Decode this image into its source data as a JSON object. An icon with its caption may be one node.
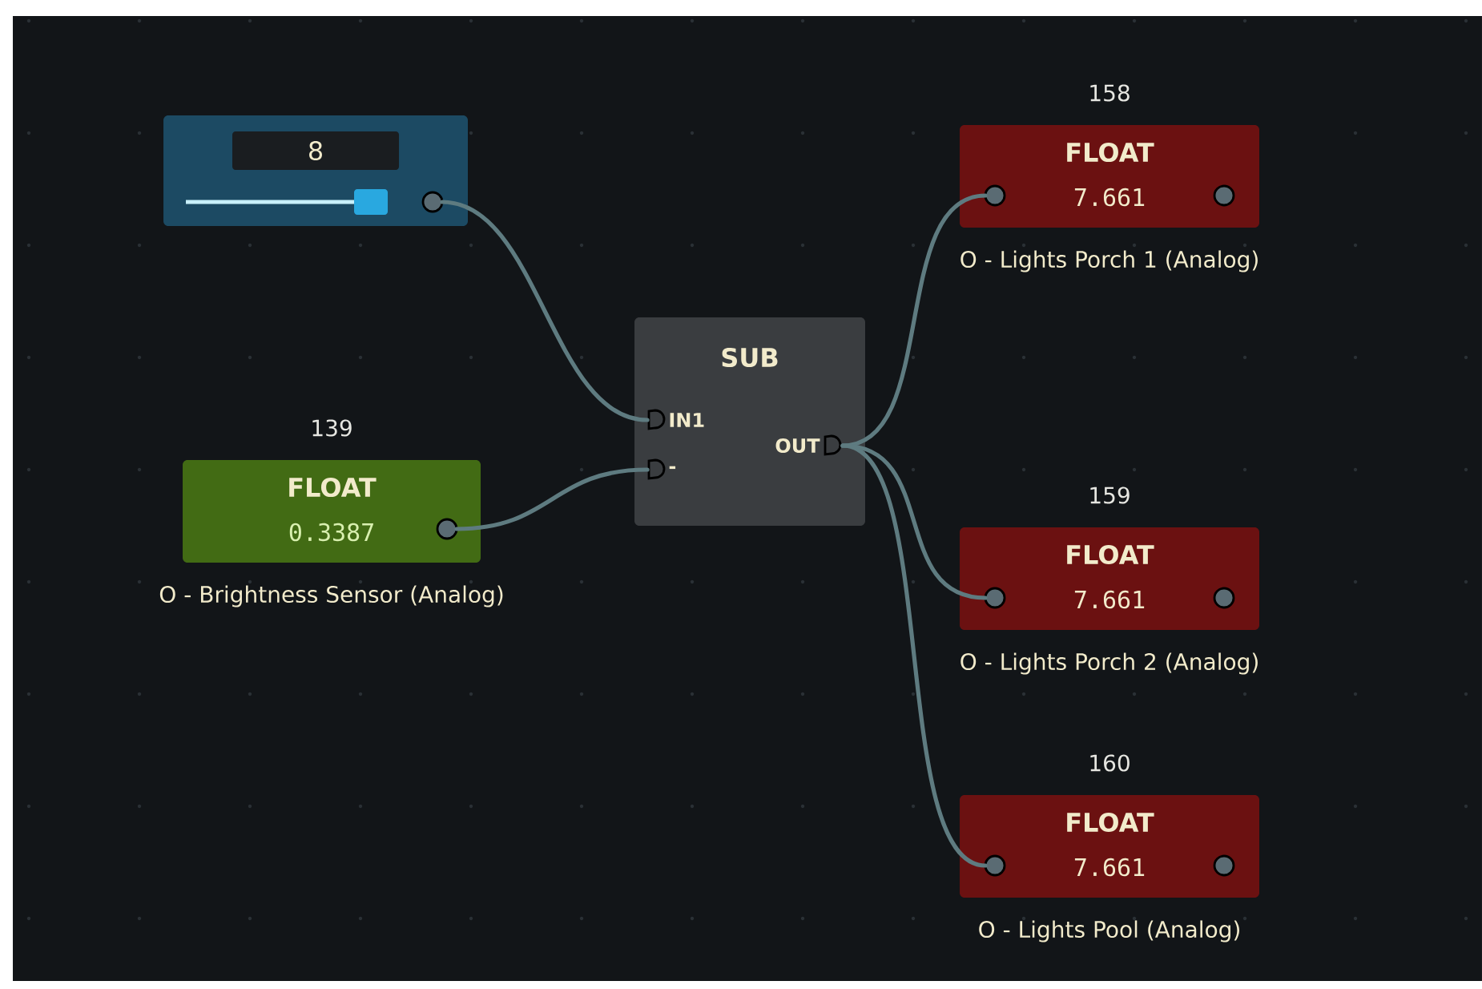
{
  "diagram": {
    "nodes": [
      {
        "text": [
          "8"
        ]
      },
      {
        "text": [
          "FLOAT",
          "0.3387"
        ],
        "beside": [
          "139",
          "O - Brightness Sensor (Analog)"
        ]
      },
      {
        "text": [
          "SUB",
          "IN1",
          "-",
          "OUT"
        ]
      },
      {
        "text": [
          "FLOAT",
          "7.661"
        ],
        "beside": [
          "158",
          "O - Lights Porch 1 (Analog)"
        ]
      },
      {
        "text": [
          "FLOAT",
          "7.661"
        ],
        "beside": [
          "159",
          "O - Lights Porch 2 (Analog)"
        ]
      },
      {
        "text": [
          "FLOAT",
          "7.661"
        ],
        "beside": [
          "160",
          "O - Lights Pool (Analog)"
        ]
      }
    ],
    "edges": [
      {
        "from": 0,
        "to": 2,
        "arrow": "none"
      },
      {
        "from": 1,
        "to": 2,
        "arrow": "none"
      },
      {
        "from": 2,
        "to": 3,
        "arrow": "none"
      },
      {
        "from": 2,
        "to": 4,
        "arrow": "none"
      },
      {
        "from": 2,
        "to": 5,
        "arrow": "none"
      }
    ]
  }
}
